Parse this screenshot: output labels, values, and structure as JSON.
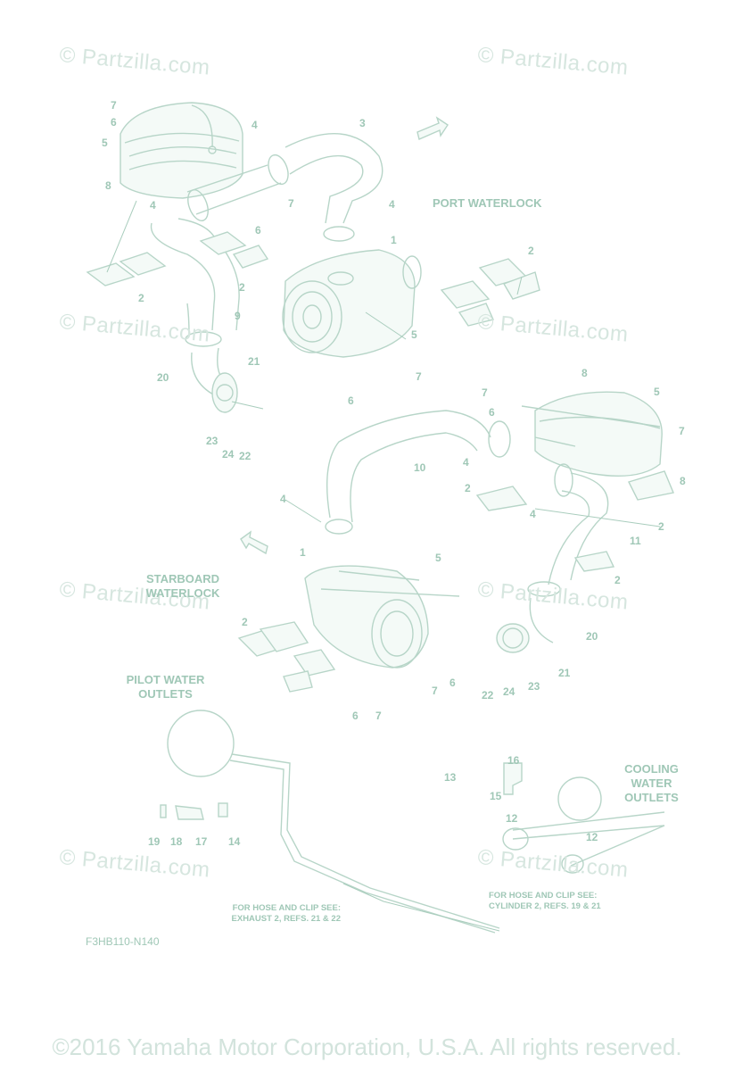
{
  "watermarks": [
    "© Partzilla.com",
    "© Partzilla.com",
    "© Partzilla.com",
    "© Partzilla.com",
    "© Partzilla.com",
    "© Partzilla.com",
    "© Partzilla.com",
    "© Partzilla.com"
  ],
  "labels": {
    "port": "PORT WATERLOCK",
    "starboard_1": "STARBOARD",
    "starboard_2": "WATERLOCK",
    "pilot_1": "PILOT WATER",
    "pilot_2": "OUTLETS",
    "cooling_1": "COOLING",
    "cooling_2": "WATER",
    "cooling_3": "OUTLETS"
  },
  "notes": {
    "exhaust_1": "FOR HOSE AND CLIP SEE:",
    "exhaust_2": "EXHAUST 2, REFS. 21 & 22",
    "cylinder_1": "FOR HOSE AND CLIP SEE:",
    "cylinder_2": "CYLINDER 2, REFS. 19 & 21"
  },
  "callouts": [
    "7",
    "6",
    "5",
    "8",
    "4",
    "3",
    "4",
    "7",
    "6",
    "4",
    "1",
    "2",
    "2",
    "2",
    "9",
    "5",
    "7",
    "6",
    "21",
    "20",
    "23",
    "24",
    "22",
    "7",
    "8",
    "6",
    "5",
    "7",
    "4",
    "8",
    "10",
    "2",
    "4",
    "2",
    "4",
    "11",
    "2",
    "1",
    "5",
    "2",
    "7",
    "6",
    "20",
    "21",
    "23",
    "24",
    "22",
    "6",
    "7",
    "13",
    "16",
    "15",
    "12",
    "12",
    "19",
    "18",
    "17",
    "14"
  ],
  "diagram_ref": "F3HB110-N140",
  "copyright": "©2016 Yamaha Motor Corporation, U.S.A. All rights reserved."
}
